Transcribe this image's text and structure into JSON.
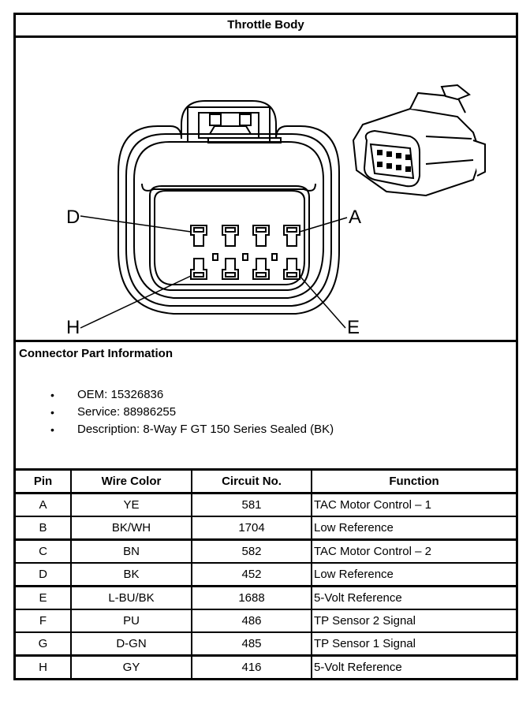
{
  "title": "Throttle Body",
  "diagram": {
    "pin_callouts": [
      "D",
      "A",
      "H",
      "E"
    ]
  },
  "connector_info": {
    "heading": "Connector Part Information",
    "items": [
      "OEM: 15326836",
      "Service: 88986255",
      "Description: 8-Way F GT 150 Series Sealed (BK)"
    ],
    "bullet": "•"
  },
  "pin_table": {
    "headers": [
      "Pin",
      "Wire Color",
      "Circuit No.",
      "Function"
    ],
    "rows": [
      {
        "pin": "A",
        "wire_color": "YE",
        "circuit": "581",
        "function": "TAC Motor Control – 1"
      },
      {
        "pin": "B",
        "wire_color": "BK/WH",
        "circuit": "1704",
        "function": "Low Reference"
      },
      {
        "pin": "C",
        "wire_color": "BN",
        "circuit": "582",
        "function": "TAC Motor Control – 2"
      },
      {
        "pin": "D",
        "wire_color": "BK",
        "circuit": "452",
        "function": "Low Reference"
      },
      {
        "pin": "E",
        "wire_color": "L-BU/BK",
        "circuit": "1688",
        "function": "5-Volt Reference"
      },
      {
        "pin": "F",
        "wire_color": "PU",
        "circuit": "486",
        "function": "TP Sensor 2 Signal"
      },
      {
        "pin": "G",
        "wire_color": "D-GN",
        "circuit": "485",
        "function": "TP Sensor 1 Signal"
      },
      {
        "pin": "H",
        "wire_color": "GY",
        "circuit": "416",
        "function": "5-Volt Reference"
      }
    ]
  }
}
